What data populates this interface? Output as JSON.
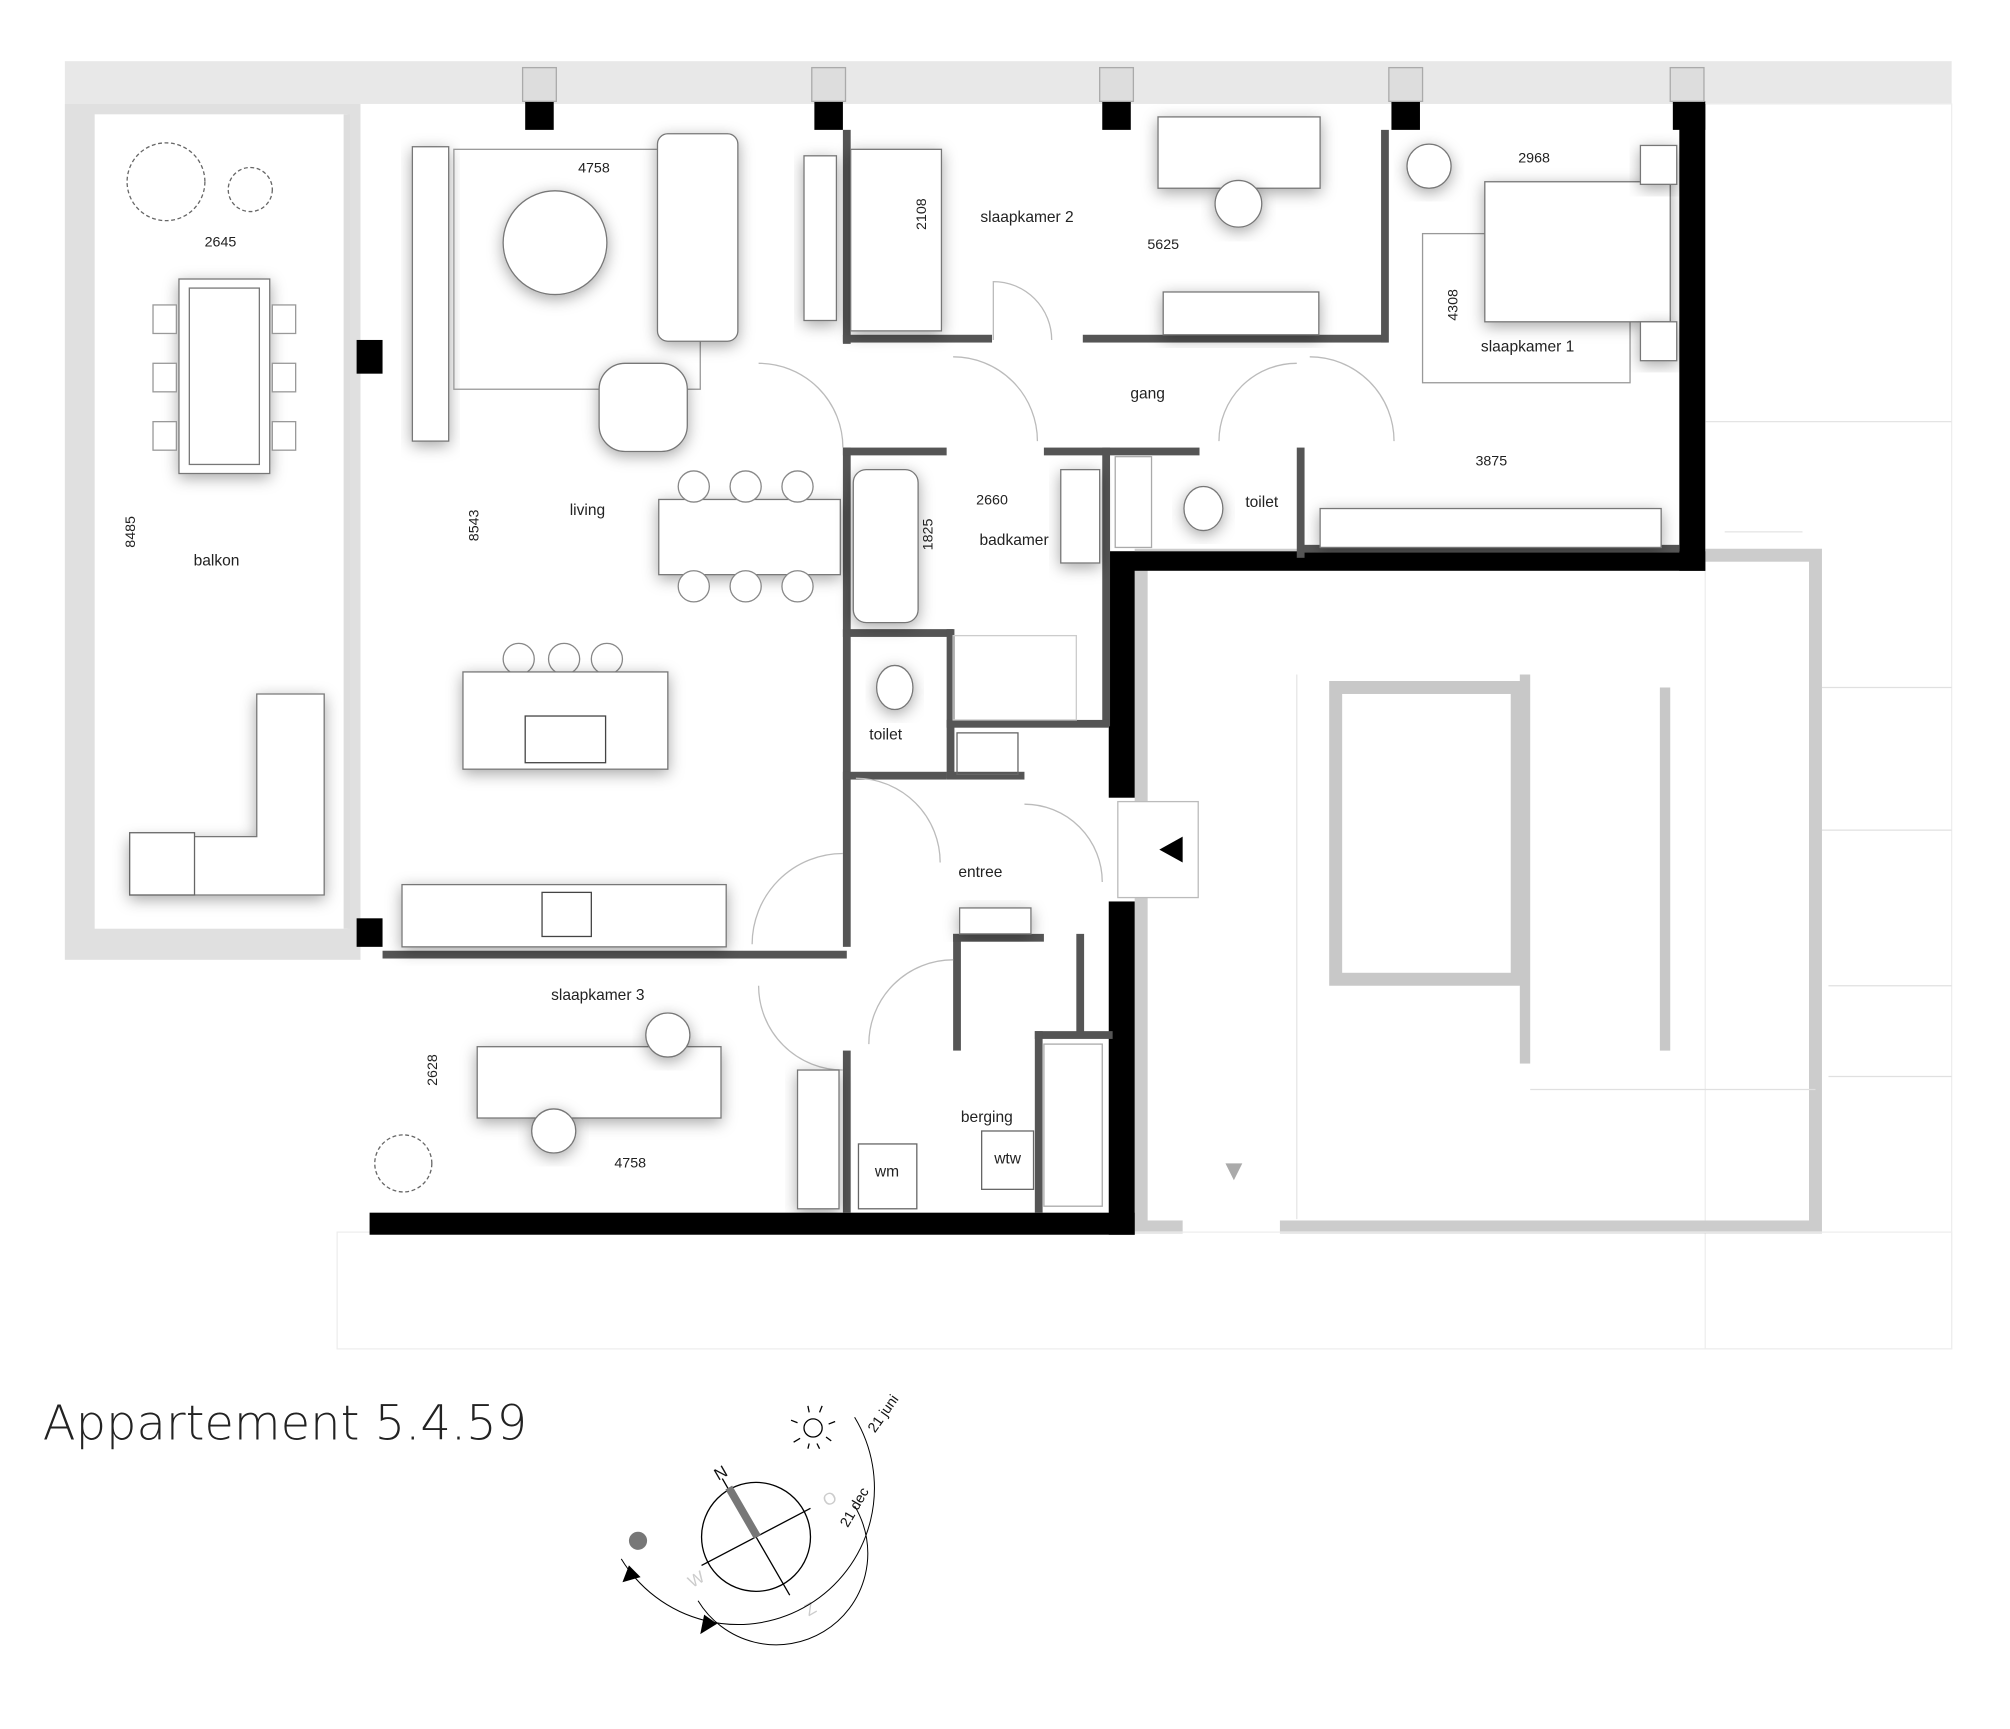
{
  "title": "Appartement 5.4.59",
  "rooms": {
    "balkon": "balkon",
    "living": "living",
    "slaapkamer1": "slaapkamer 1",
    "slaapkamer2": "slaapkamer 2",
    "slaapkamer3": "slaapkamer 3",
    "gang": "gang",
    "badkamer": "badkamer",
    "toilet_top": "toilet",
    "toilet_bottom": "toilet",
    "entree": "entree",
    "berging": "berging",
    "wtw": "wtw",
    "wm": "wm"
  },
  "dimensions": {
    "living_width": "4758",
    "living_depth": "8543",
    "balkon_width": "2645",
    "balkon_depth": "8485",
    "slaapkamer2_depth": "2108",
    "slaapkamer2_width": "5625",
    "slaapkamer1_width": "2968",
    "slaapkamer1_depth": "4308",
    "slaapkamer1_width2": "3875",
    "badkamer_width": "2660",
    "badkamer_depth": "1825",
    "slaapkamer3_depth": "2628",
    "slaapkamer3_width": "4758"
  },
  "compass": {
    "north": "N",
    "east": "O",
    "west": "W",
    "south": "Z",
    "summer": "21 juni",
    "winter": "21 dec"
  },
  "colors": {
    "wall": "#000000",
    "interior_wall": "#555555",
    "context": "#cccccc",
    "compass_needle": "#777777"
  }
}
